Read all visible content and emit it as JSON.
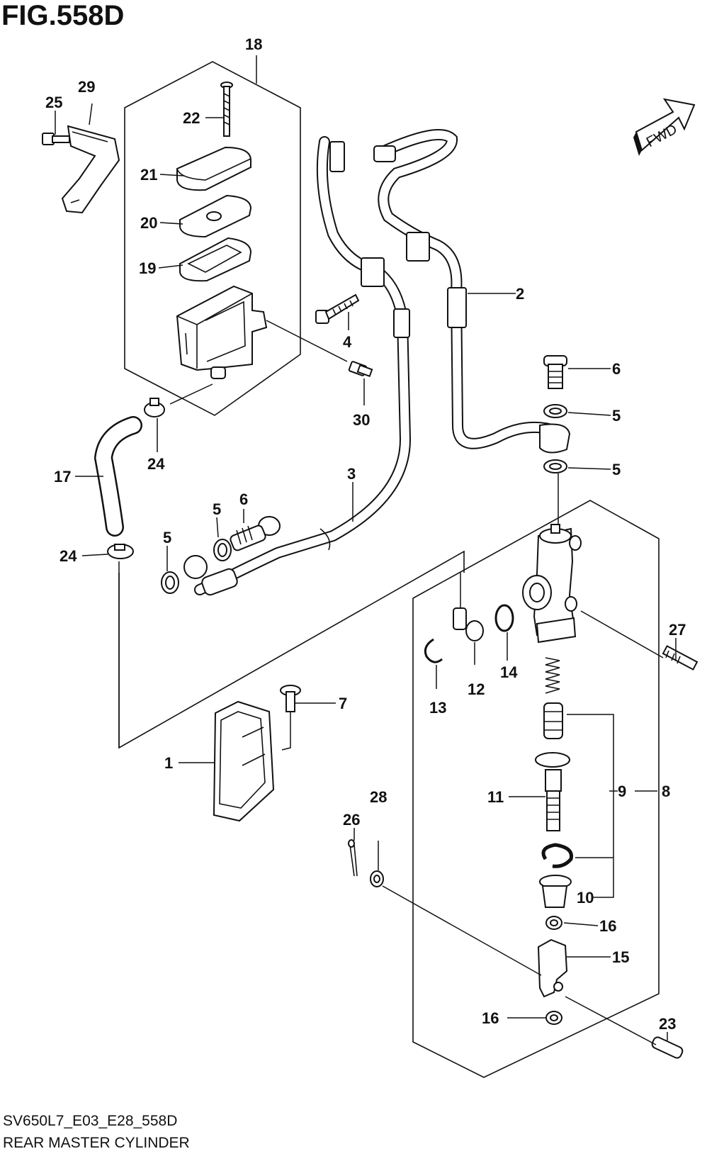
{
  "figure": {
    "title": "FIG.558D",
    "model_code": "SV650L7_E03_E28_558D",
    "name": "REAR MASTER CYLINDER",
    "fwd_label": "FWD"
  },
  "callouts": [
    {
      "id": "c1",
      "label": "1"
    },
    {
      "id": "c2",
      "label": "2"
    },
    {
      "id": "c3",
      "label": "3"
    },
    {
      "id": "c4",
      "label": "4"
    },
    {
      "id": "c5a",
      "label": "5"
    },
    {
      "id": "c5b",
      "label": "5"
    },
    {
      "id": "c5c",
      "label": "5"
    },
    {
      "id": "c5d",
      "label": "5"
    },
    {
      "id": "c6a",
      "label": "6"
    },
    {
      "id": "c6b",
      "label": "6"
    },
    {
      "id": "c7",
      "label": "7"
    },
    {
      "id": "c8",
      "label": "8"
    },
    {
      "id": "c9",
      "label": "9"
    },
    {
      "id": "c10",
      "label": "10"
    },
    {
      "id": "c11",
      "label": "11"
    },
    {
      "id": "c12",
      "label": "12"
    },
    {
      "id": "c13",
      "label": "13"
    },
    {
      "id": "c14",
      "label": "14"
    },
    {
      "id": "c15",
      "label": "15"
    },
    {
      "id": "c16a",
      "label": "16"
    },
    {
      "id": "c16b",
      "label": "16"
    },
    {
      "id": "c17",
      "label": "17"
    },
    {
      "id": "c18",
      "label": "18"
    },
    {
      "id": "c19",
      "label": "19"
    },
    {
      "id": "c20",
      "label": "20"
    },
    {
      "id": "c21",
      "label": "21"
    },
    {
      "id": "c22",
      "label": "22"
    },
    {
      "id": "c23",
      "label": "23"
    },
    {
      "id": "c24a",
      "label": "24"
    },
    {
      "id": "c24b",
      "label": "24"
    },
    {
      "id": "c25",
      "label": "25"
    },
    {
      "id": "c26",
      "label": "26"
    },
    {
      "id": "c27",
      "label": "27"
    },
    {
      "id": "c28",
      "label": "28"
    },
    {
      "id": "c29",
      "label": "29"
    },
    {
      "id": "c30",
      "label": "30"
    }
  ]
}
